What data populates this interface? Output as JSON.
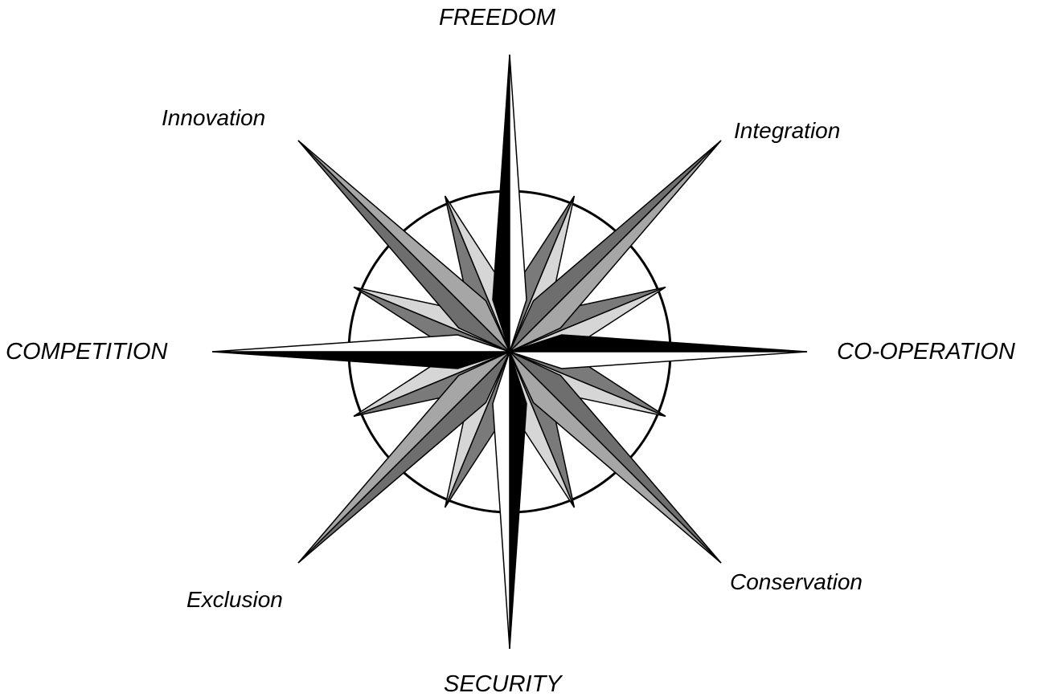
{
  "labels": {
    "north": "FREEDOM",
    "east": "CO-OPERATION",
    "south": "SECURITY",
    "west": "COMPETITION",
    "northeast": "Integration",
    "northwest": "Innovation",
    "southeast": "Conservation",
    "southwest": "Exclusion"
  },
  "colors": {
    "cardinal_dark": "#000000",
    "cardinal_light": "#ffffff",
    "intercardinal_dark": "#6e6e6e",
    "intercardinal_light": "#a6a6a6",
    "minor_dark": "#7a7a7a",
    "minor_light": "#d6d6d6",
    "outline": "#000000"
  }
}
